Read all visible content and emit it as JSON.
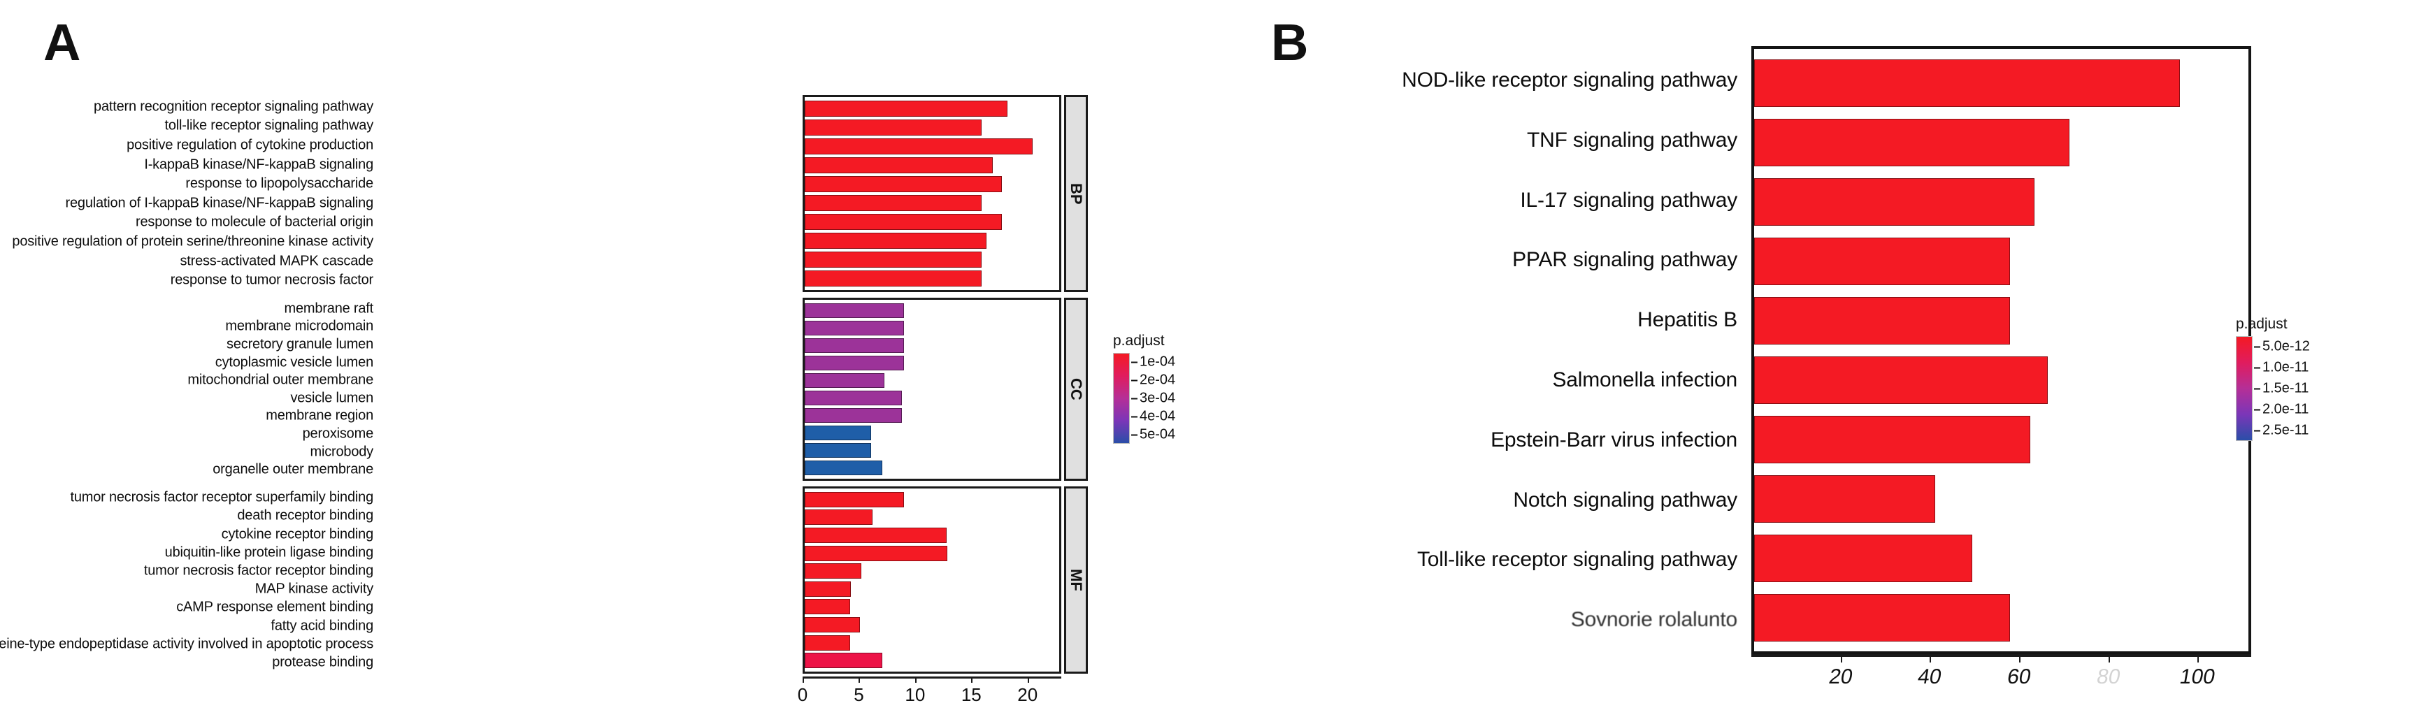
{
  "figure": {
    "panels": [
      {
        "letter": "A"
      },
      {
        "letter": "B"
      }
    ]
  },
  "panel_a": {
    "letter": "A",
    "facets": [
      {
        "code": "BP"
      },
      {
        "code": "CC"
      },
      {
        "code": "MF"
      }
    ],
    "legend": {
      "title": "p.adjust",
      "ticks": [
        "1e-04",
        "2e-04",
        "3e-04",
        "4e-04",
        "5e-04"
      ]
    },
    "axis": {
      "ticks": [
        "0",
        "5",
        "10",
        "15",
        "20"
      ]
    }
  },
  "panel_b": {
    "letter": "B",
    "legend": {
      "title": "p.adjust",
      "ticks": [
        "5.0e-12",
        "1.0e-11",
        "1.5e-11",
        "2.0e-11",
        "2.5e-11"
      ]
    },
    "axis": {
      "ticks": [
        "20",
        "40",
        "60",
        "80",
        "100"
      ]
    }
  },
  "chart_data": [
    {
      "type": "bar",
      "title": "",
      "panel": "A",
      "orientation": "horizontal",
      "xlabel": "",
      "ylabel": "",
      "xlim": [
        0,
        23
      ],
      "xticks": [
        0,
        5,
        10,
        15,
        20
      ],
      "grid": false,
      "legend": {
        "title": "p.adjust",
        "position": "right",
        "ticks": [
          "1e-04",
          "2e-04",
          "3e-04",
          "4e-04",
          "5e-04"
        ],
        "colors_low_to_high": [
          "#F41A24",
          "#E01C5E",
          "#B52F97",
          "#7B36B8",
          "#2A4EA8"
        ]
      },
      "facets": [
        {
          "code": "BP",
          "categories": [
            "pattern recognition receptor signaling pathway",
            "toll-like receptor signaling pathway",
            "positive regulation of cytokine production",
            "I-kappaB kinase/NF-kappaB signaling",
            "response to lipopolysaccharide",
            "regulation of I-kappaB kinase/NF-kappaB signaling",
            "response to molecule of bacterial origin",
            "positive regulation of protein serine/threonine kinase activity",
            "stress-activated MAPK cascade",
            "response to tumor necrosis factor"
          ],
          "values": [
            18.3,
            16.0,
            20.6,
            17.0,
            17.8,
            16.0,
            17.8,
            16.4,
            16.0,
            16.0
          ],
          "colors": [
            "#F41A24",
            "#F41A24",
            "#F41A24",
            "#F41A24",
            "#F41A24",
            "#F41A24",
            "#F41A24",
            "#F41A24",
            "#F41A24",
            "#F41A24"
          ],
          "p_adjust": [
            0.0001,
            0.0001,
            0.0001,
            0.0001,
            0.0001,
            0.0001,
            0.0001,
            0.0001,
            0.0001,
            0.0001
          ]
        },
        {
          "code": "CC",
          "categories": [
            "membrane raft",
            "membrane microdomain",
            "secretory granule lumen",
            "cytoplasmic vesicle lumen",
            "mitochondrial outer membrane",
            "vesicle lumen",
            "membrane region",
            "peroxisome",
            "microbody",
            "organelle outer membrane"
          ],
          "values": [
            9.0,
            9.0,
            9.0,
            9.0,
            7.2,
            8.8,
            8.8,
            6.0,
            6.0,
            7.0
          ],
          "colors": [
            "#9C3399",
            "#9C3399",
            "#9C3399",
            "#9C3399",
            "#9C3399",
            "#9C3399",
            "#9C3399",
            "#1F5EA8",
            "#1F5EA8",
            "#1F5EA8"
          ],
          "p_adjust": [
            0.0003,
            0.0003,
            0.0003,
            0.0003,
            0.0003,
            0.0003,
            0.0003,
            0.0005,
            0.0005,
            0.0005
          ]
        },
        {
          "code": "MF",
          "categories": [
            "tumor necrosis factor receptor superfamily binding",
            "death receptor binding",
            "cytokine receptor binding",
            "ubiquitin-like protein ligase binding",
            "tumor necrosis factor receptor binding",
            "MAP kinase activity",
            "cAMP response element binding",
            "fatty acid binding",
            "cysteine-type endopeptidase activity involved in apoptotic process",
            "protease binding"
          ],
          "values": [
            9.0,
            6.1,
            12.8,
            12.9,
            5.1,
            4.2,
            4.1,
            5.0,
            4.1,
            7.0
          ],
          "colors": [
            "#F41A24",
            "#F41A24",
            "#F41A24",
            "#F41A24",
            "#F41A24",
            "#F41A24",
            "#F41A24",
            "#F41A24",
            "#F41A24",
            "#ED1347"
          ],
          "p_adjust": [
            0.0001,
            0.0001,
            0.0001,
            0.0001,
            0.0001,
            0.0001,
            0.0001,
            0.0001,
            0.0001,
            0.00016
          ]
        }
      ]
    },
    {
      "type": "bar",
      "title": "",
      "panel": "B",
      "orientation": "horizontal",
      "xlabel": "",
      "ylabel": "",
      "xlim": [
        0,
        112
      ],
      "xticks": [
        20,
        40,
        60,
        80,
        100
      ],
      "grid": false,
      "legend": {
        "title": "p.adjust",
        "position": "right",
        "ticks": [
          "5.0e-12",
          "1.0e-11",
          "1.5e-11",
          "2.0e-11",
          "2.5e-11"
        ],
        "colors_low_to_high": [
          "#F41A24",
          "#E01C5E",
          "#B52F97",
          "#7B36B8",
          "#2A4EA8"
        ]
      },
      "categories": [
        "NOD-like receptor signaling pathway",
        "TNF signaling pathway",
        "IL-17 signaling pathway",
        "PPAR signaling pathway",
        "Hepatitis B",
        "Salmonella infection",
        "Epstein-Barr virus infection",
        "Notch signaling pathway",
        "Toll-like receptor signaling pathway",
        "Sovnorie rolalunto"
      ],
      "values": [
        96.5,
        71.5,
        63.5,
        58.0,
        58.0,
        66.5,
        62.5,
        41.0,
        49.5,
        58.0
      ],
      "colors": [
        "#F41A24",
        "#F41A24",
        "#F41A24",
        "#F41A24",
        "#F41A24",
        "#F41A24",
        "#F41A24",
        "#F41A24",
        "#F41A24",
        "#F41A24"
      ],
      "notes": "Bottom category label and x tick labels are degraded/garbled in the source image."
    }
  ]
}
